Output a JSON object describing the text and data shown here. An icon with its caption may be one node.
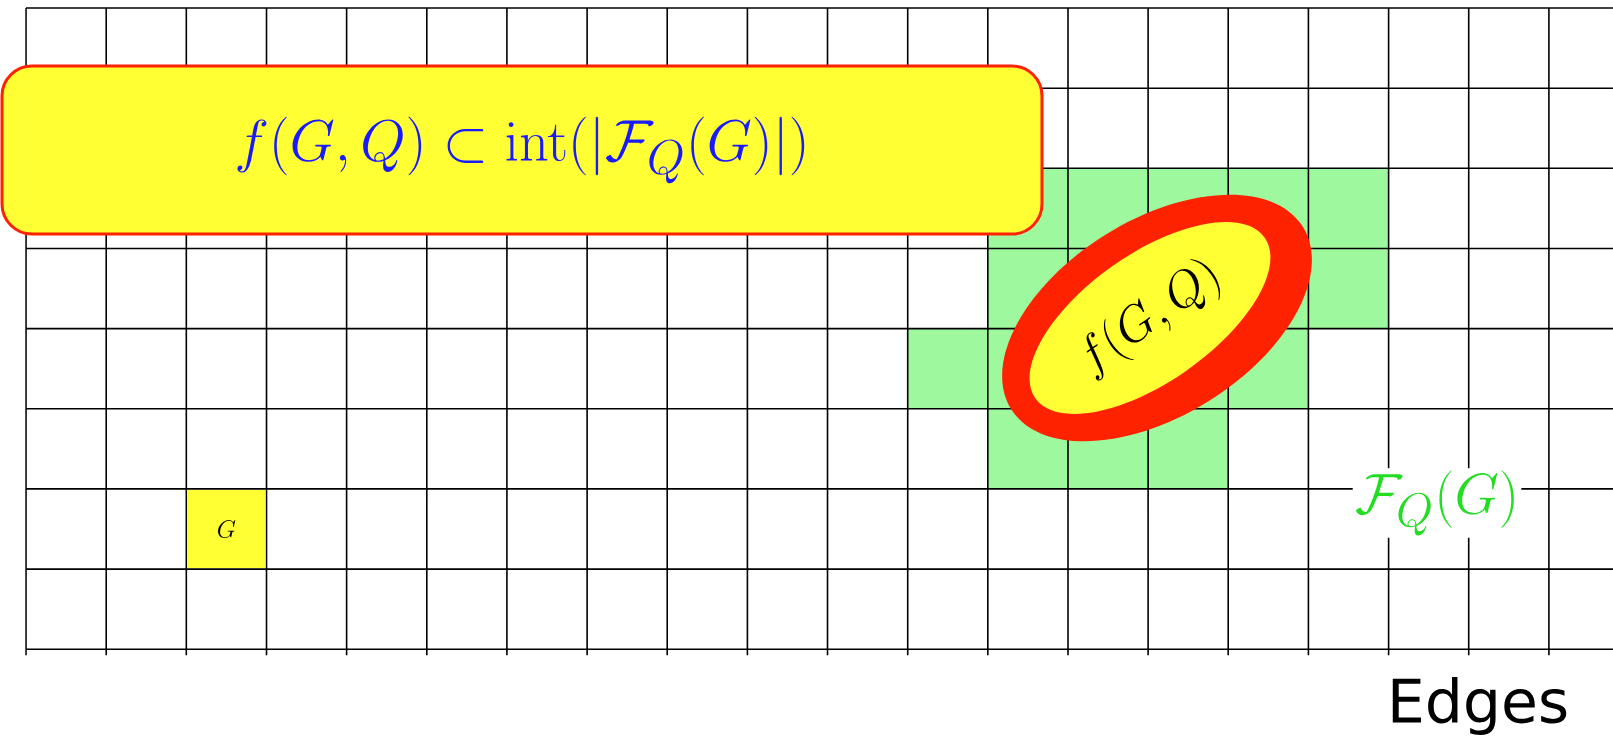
{
  "diagram": {
    "nodes": [
      {
        "text": [
          "f(G,Q) \\subset \\mathrm{int}(|\\mathcal{F}_Q(G)|)"
        ]
      },
      {
        "text": [
          "f(G,Q)"
        ]
      },
      {
        "text": [
          "G"
        ]
      }
    ],
    "labels": [
      "\\mathcal{F}_Q(G)",
      "Edges"
    ]
  }
}
